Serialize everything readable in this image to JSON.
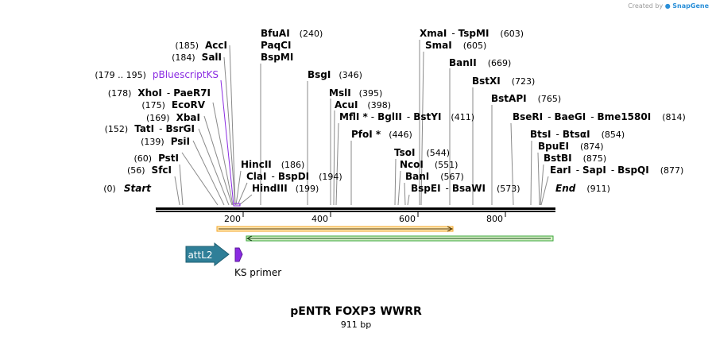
{
  "brand": {
    "prefix": "Created by",
    "name": "SnapGene"
  },
  "plasmid": {
    "name": "pENTR FOXP3 WWRR",
    "length": "911 bp"
  },
  "axis": {
    "start": 0,
    "end": 911,
    "ticks": [
      "200",
      "400",
      "600",
      "800"
    ]
  },
  "left_labels": [
    {
      "pos": "(185)",
      "enzymes": [
        "AccI"
      ]
    },
    {
      "pos": "(184)",
      "enzymes": [
        "SalI"
      ]
    },
    {
      "pos": "(179 .. 195)",
      "enzymes": [
        "pBluescriptKS"
      ],
      "color": "#8a2be2"
    },
    {
      "pos": "(178)",
      "enzymes": [
        "XhoI",
        "PaeR7I"
      ]
    },
    {
      "pos": "(175)",
      "enzymes": [
        "EcoRV"
      ]
    },
    {
      "pos": "(169)",
      "enzymes": [
        "XbaI"
      ]
    },
    {
      "pos": "(152)",
      "enzymes": [
        "TatI",
        "BsrGI"
      ]
    },
    {
      "pos": "(139)",
      "enzymes": [
        "PsiI"
      ]
    },
    {
      "pos": "(60)",
      "enzymes": [
        "PstI"
      ]
    },
    {
      "pos": "(56)",
      "enzymes": [
        "SfcI"
      ]
    },
    {
      "pos": "(0)",
      "enzymes": [
        "Start"
      ],
      "italic": true
    }
  ],
  "right_labels": [
    {
      "pos": "(240)",
      "enzymes": [
        "BfuAI"
      ]
    },
    {
      "pos": "",
      "enzymes": [
        "PaqCI"
      ]
    },
    {
      "pos": "",
      "enzymes": [
        "BspMI"
      ]
    },
    {
      "pos": "(346)",
      "enzymes": [
        "BsgI"
      ]
    },
    {
      "pos": "(395)",
      "enzymes": [
        "MslI"
      ]
    },
    {
      "pos": "(398)",
      "enzymes": [
        "AcuI"
      ]
    },
    {
      "pos": "(411)",
      "enzymes": [
        "MflI *",
        "BglII",
        "BstYI"
      ]
    },
    {
      "pos": "(446)",
      "enzymes": [
        "PfoI *"
      ]
    },
    {
      "pos": "(186)",
      "enzymes": [
        "HincII"
      ]
    },
    {
      "pos": "(194)",
      "enzymes": [
        "ClaI",
        "BspDI"
      ]
    },
    {
      "pos": "(199)",
      "enzymes": [
        "HindIII"
      ]
    },
    {
      "pos": "(603)",
      "enzymes": [
        "XmaI",
        "TspMI"
      ]
    },
    {
      "pos": "(605)",
      "enzymes": [
        "SmaI"
      ]
    },
    {
      "pos": "(669)",
      "enzymes": [
        "BanII"
      ]
    },
    {
      "pos": "(723)",
      "enzymes": [
        "BstXI"
      ]
    },
    {
      "pos": "(765)",
      "enzymes": [
        "BstAPI"
      ]
    },
    {
      "pos": "(814)",
      "enzymes": [
        "BseRI",
        "BaeGI",
        "Bme1580I"
      ]
    },
    {
      "pos": "(854)",
      "enzymes": [
        "BtsI",
        "BtsαI"
      ]
    },
    {
      "pos": "(874)",
      "enzymes": [
        "BpuEI"
      ]
    },
    {
      "pos": "(875)",
      "enzymes": [
        "BstBI"
      ]
    },
    {
      "pos": "(877)",
      "enzymes": [
        "EarI",
        "SapI",
        "BspQI"
      ]
    },
    {
      "pos": "(911)",
      "enzymes": [
        "End"
      ],
      "italic": true
    },
    {
      "pos": "(544)",
      "enzymes": [
        "TsoI"
      ]
    },
    {
      "pos": "(551)",
      "enzymes": [
        "NcoI"
      ]
    },
    {
      "pos": "(567)",
      "enzymes": [
        "BanI"
      ]
    },
    {
      "pos": "(573)",
      "enzymes": [
        "BspEI",
        "BsaWI"
      ]
    }
  ],
  "features": {
    "orf1": {
      "color": "#f5a623",
      "fill": "#fde7b5",
      "start": 141,
      "end": 679
    },
    "orf2": {
      "color": "#3aa63a",
      "fill": "#d8f2c8",
      "start": 209,
      "end": 907
    },
    "attL2": {
      "label": "attL2",
      "color": "#2f7f98"
    },
    "ks_primer": {
      "label": "KS primer",
      "color": "#8a2be2",
      "start": 179,
      "end": 195
    }
  }
}
